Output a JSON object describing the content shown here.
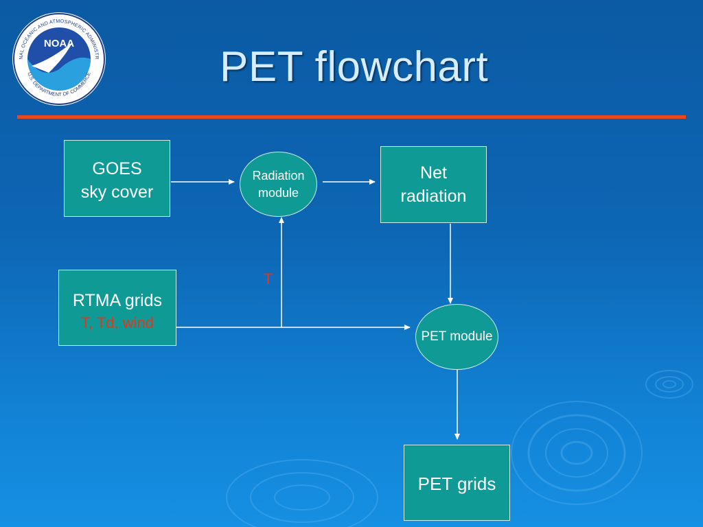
{
  "slide": {
    "title": "PET flowchart",
    "accent_color": "#e8491f",
    "node_color": "#0f9a96",
    "arrow_color": "#ffffff",
    "highlight_text_color": "#e8341c"
  },
  "logo": {
    "text": "NOAA",
    "ring_text": "NATIONAL OCEANIC AND ATMOSPHERIC ADMINISTRATION",
    "ring_text_bottom": "U.S. DEPARTMENT OF COMMERCE"
  },
  "nodes": {
    "goes": {
      "line1": "GOES",
      "line2": "sky cover"
    },
    "radiation": {
      "line1": "Radiation",
      "line2": "module"
    },
    "net": {
      "line1": "Net",
      "line2": "radiation"
    },
    "rtma": {
      "line1": "RTMA grids",
      "line2": "T, Td, wind"
    },
    "pet_module": {
      "label": "PET module"
    },
    "pet_grids": {
      "label": "PET grids"
    }
  },
  "edge_labels": {
    "t": "T"
  }
}
